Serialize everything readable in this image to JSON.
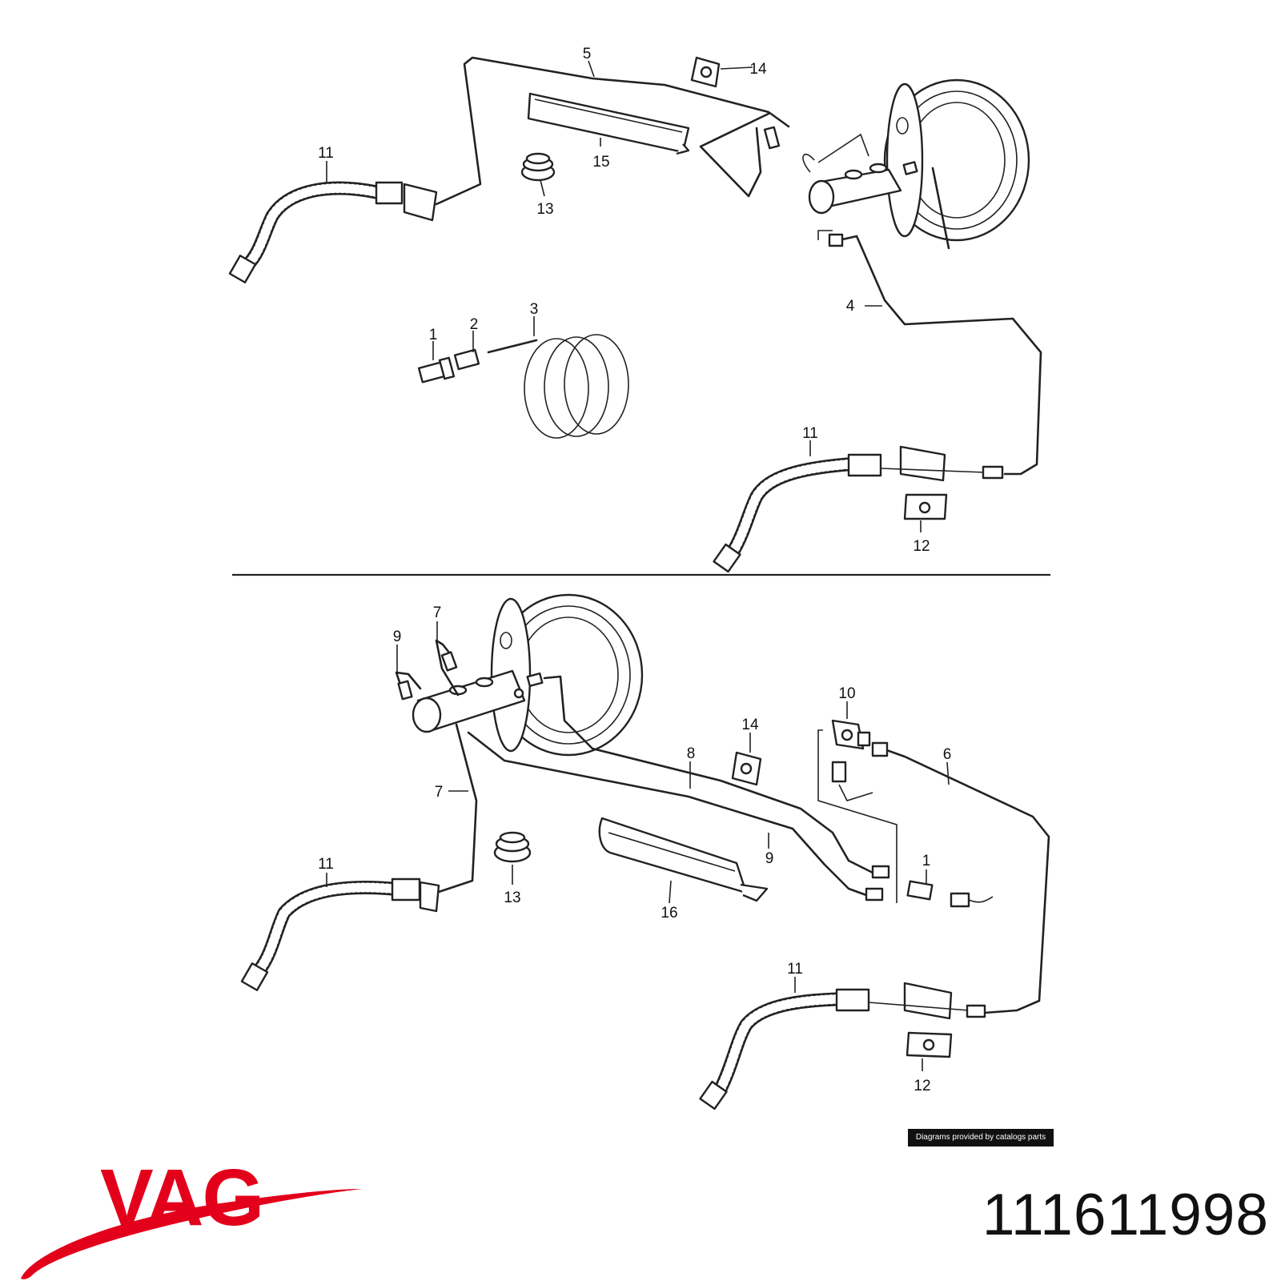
{
  "diagram": {
    "upper_labels": [
      "5",
      "14",
      "15",
      "13",
      "11",
      "4",
      "1",
      "2",
      "3",
      "11",
      "12"
    ],
    "lower_labels": [
      "7",
      "9",
      "10",
      "14",
      "8",
      "6",
      "7",
      "11",
      "13",
      "9",
      "16",
      "1",
      "11",
      "12"
    ]
  },
  "credit": "Diagrams provided by catalogs parts",
  "brand": {
    "name": "VAG",
    "color": "#e3001b"
  },
  "part_number": "111611998"
}
